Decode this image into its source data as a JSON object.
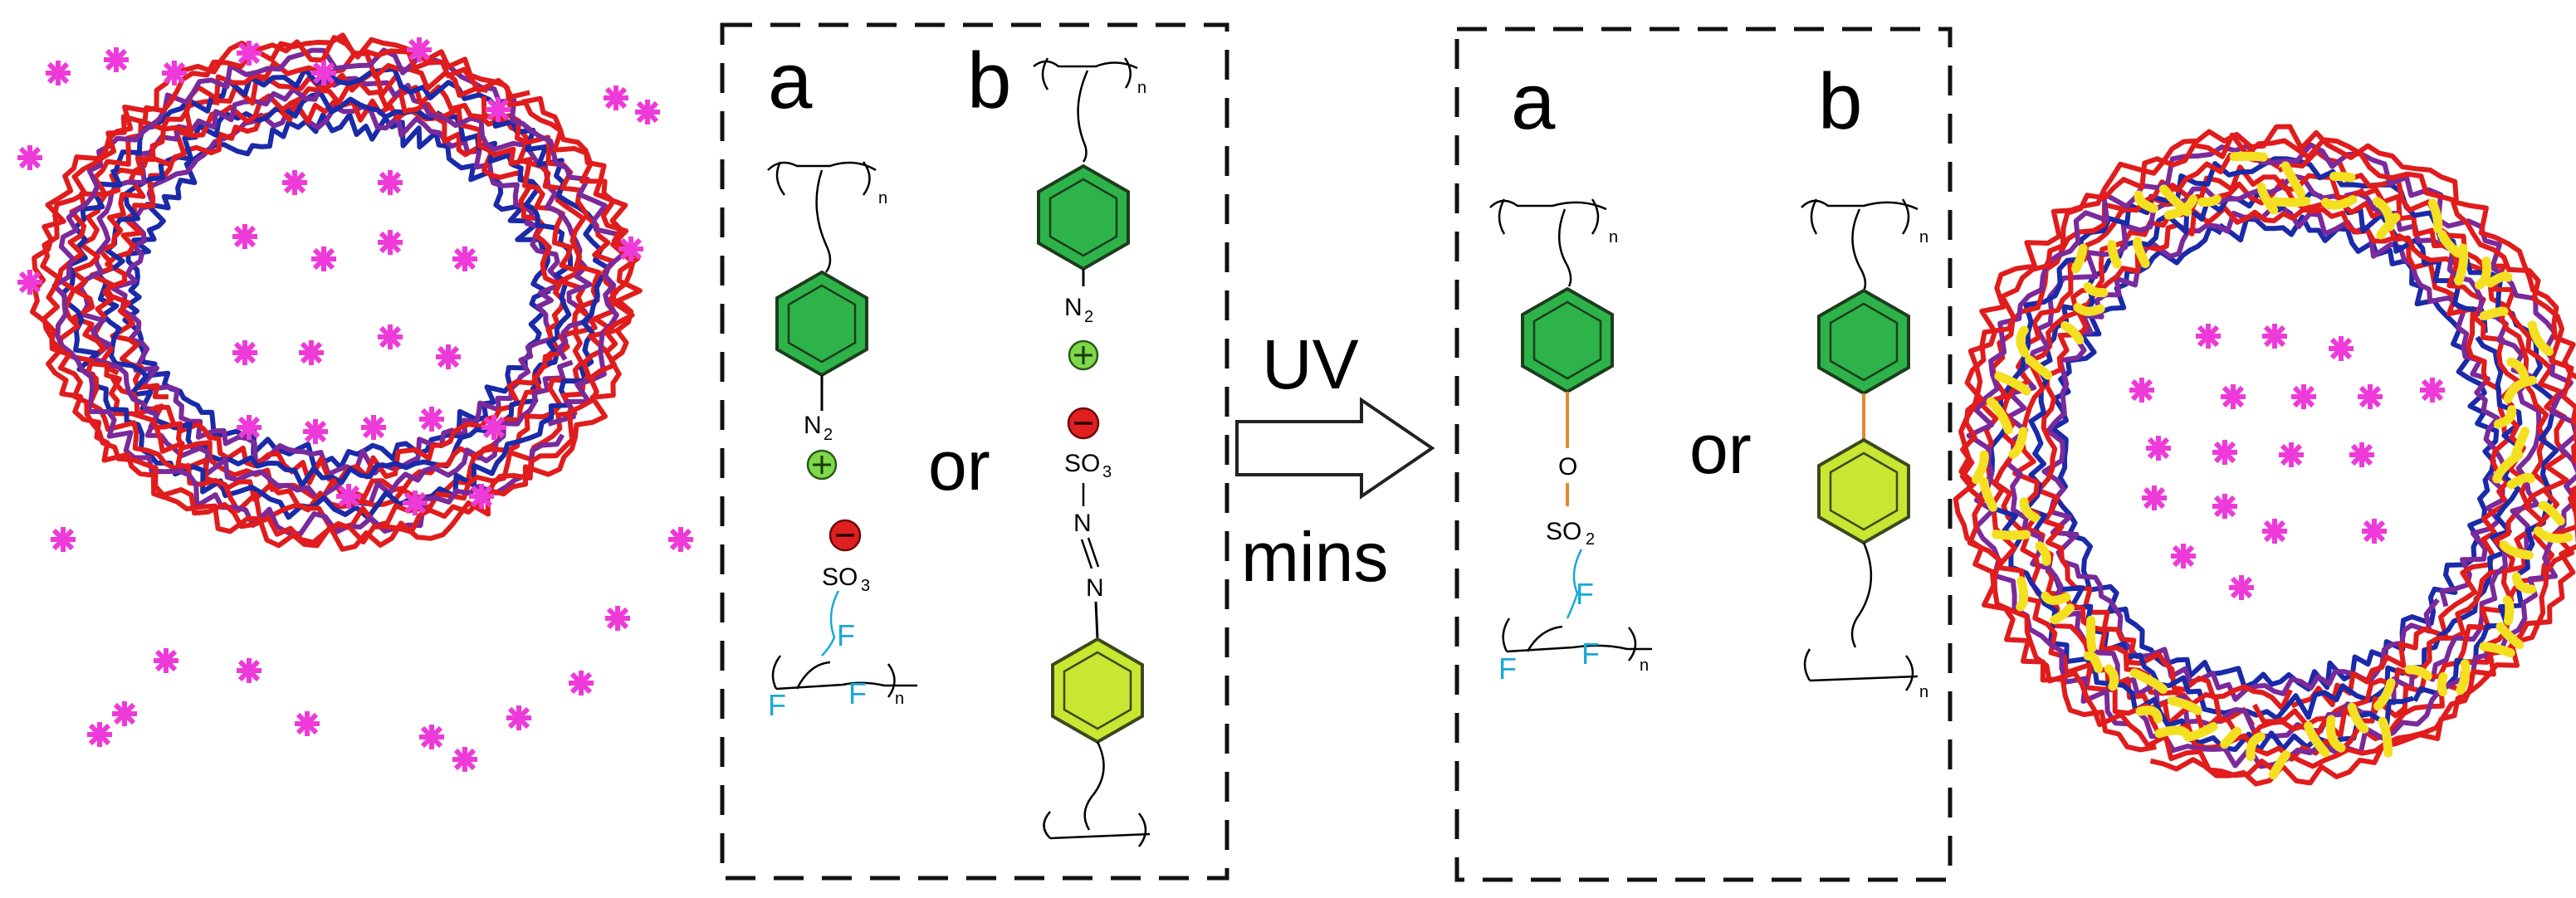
{
  "labels": {
    "left_a": "a",
    "left_b": "b",
    "left_or": "or",
    "arrow_top": "UV",
    "arrow_bottom": "mins",
    "right_a": "a",
    "right_b": "b",
    "right_or": "or"
  },
  "chem": {
    "n2": "N",
    "n2_sub": "2",
    "so3": "SO",
    "so3_sub": "3",
    "so2": "SO",
    "so2_sub": "2",
    "o": "O",
    "n": "N",
    "fluorine": "F",
    "repeat_n": "n"
  },
  "colors": {
    "benzene_dark": "#2db34a",
    "benzene_light": "#c8e632",
    "cation": "#7ed84a",
    "anion": "#e02020",
    "fluorine": "#1aa8d8",
    "linker": "#e08a30",
    "capsule_red": "#e01c1c",
    "capsule_blue": "#1a2aa8",
    "capsule_purple": "#7a2a9a",
    "crosslink_yellow": "#f4e020",
    "dye_particle": "#ee3ad8"
  }
}
